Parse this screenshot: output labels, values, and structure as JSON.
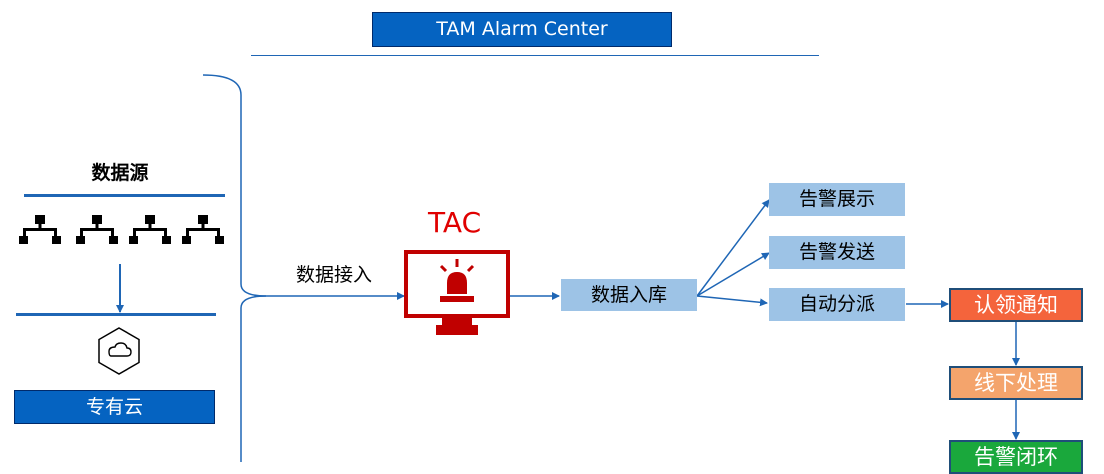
{
  "header": {
    "title": "TAM Alarm Center"
  },
  "source": {
    "label": "数据源",
    "icons": [
      "hierarchy-icon",
      "hierarchy-icon",
      "hierarchy-icon",
      "hierarchy-icon"
    ],
    "cloud_icon": "cloud-hexagon-icon",
    "cloud_label": "专有云"
  },
  "ingest": {
    "label": "数据接入"
  },
  "tac": {
    "label": "TAC",
    "icon": "alarm-monitor-icon"
  },
  "storage": {
    "label": "数据入库"
  },
  "outputs": [
    {
      "label": "告警展示"
    },
    {
      "label": "告警发送"
    },
    {
      "label": "自动分派"
    }
  ],
  "process": [
    {
      "label": "认领通知",
      "color": "#f4643c"
    },
    {
      "label": "线下处理",
      "color": "#f4a46c"
    },
    {
      "label": "告警闭环",
      "color": "#1aa83c"
    }
  ],
  "colors": {
    "primary_blue": "#0563c1",
    "light_blue": "#9dc3e6",
    "line_blue": "#1f66b5",
    "alarm_red": "#c00000",
    "tac_text_red": "#e00000"
  }
}
